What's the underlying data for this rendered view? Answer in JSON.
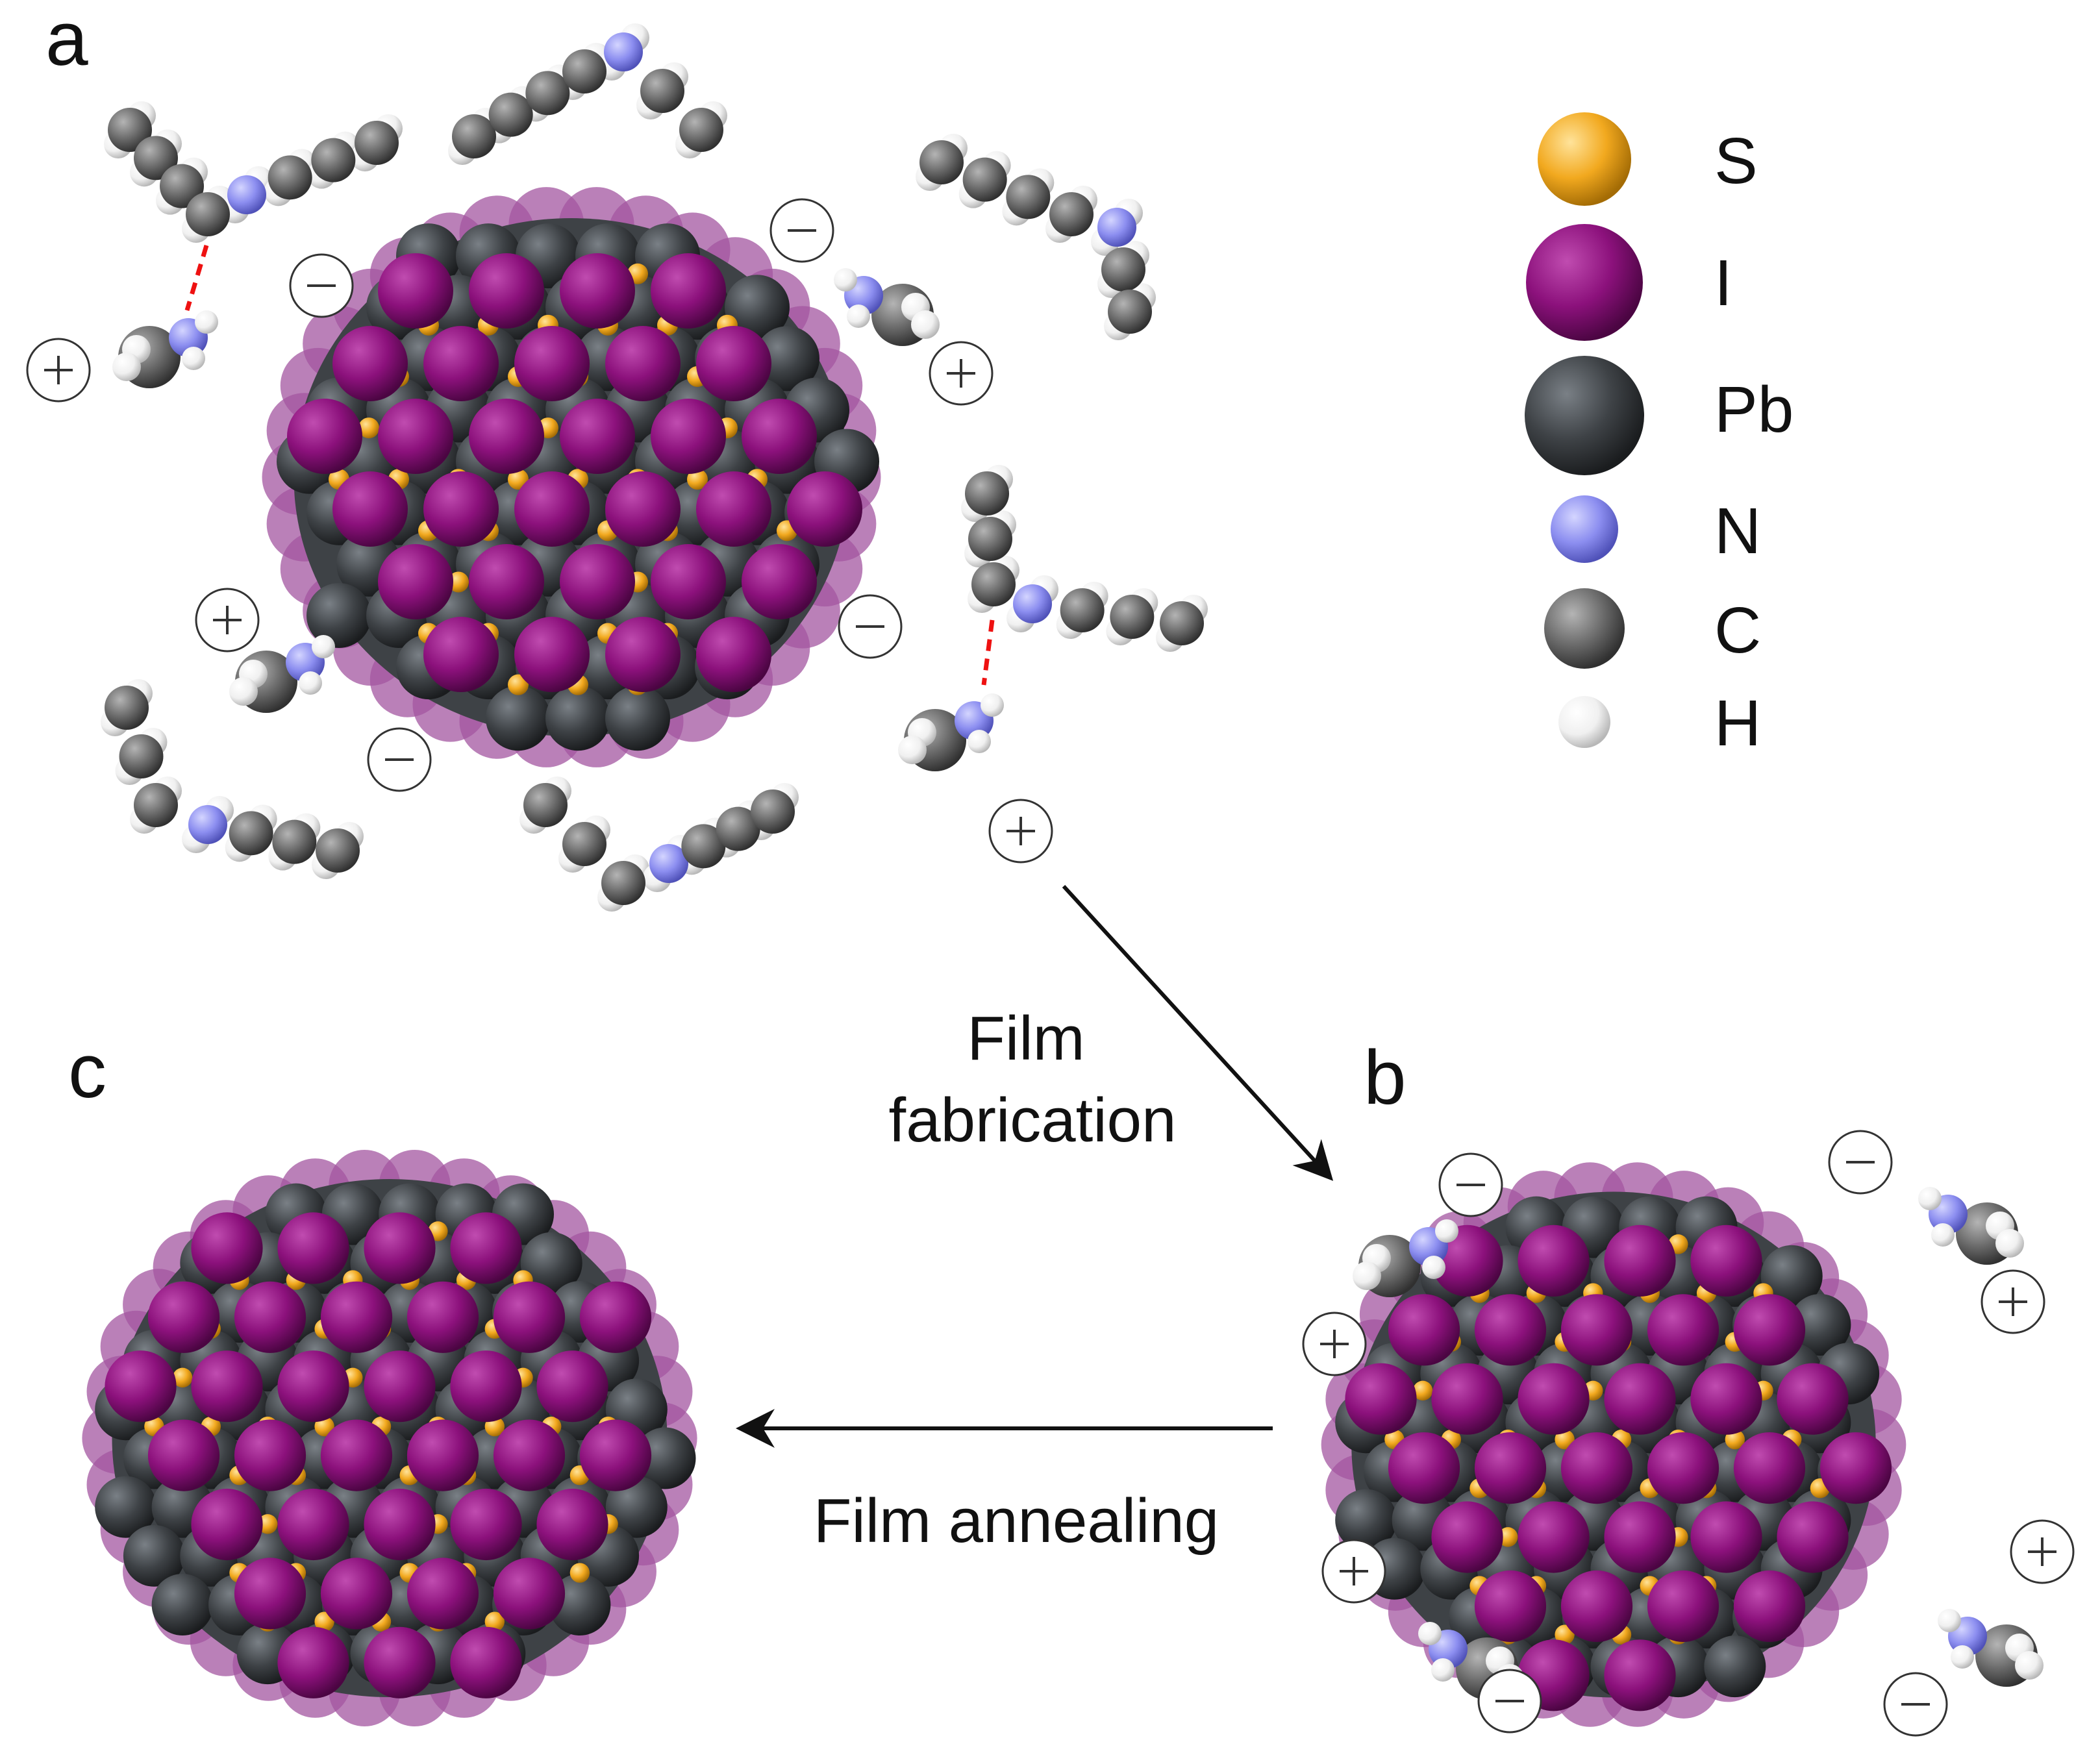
{
  "panels": {
    "a": "a",
    "b": "b",
    "c": "c"
  },
  "legend": [
    {
      "symbol": "S",
      "color": "#f2a91f",
      "dark": "#a46c05"
    },
    {
      "symbol": "I",
      "color": "#8c117c",
      "dark": "#4b0542"
    },
    {
      "symbol": "Pb",
      "color": "#3e4246",
      "dark": "#1a1c1e"
    },
    {
      "symbol": "N",
      "color": "#8c8ef0",
      "dark": "#4f51b8"
    },
    {
      "symbol": "C",
      "color": "#6b6b6b",
      "dark": "#303030"
    },
    {
      "symbol": "H",
      "color": "#f4f4f4",
      "dark": "#b7b7b7"
    }
  ],
  "steps": {
    "fabrication_line1": "Film",
    "fabrication_line2": "fabrication",
    "annealing": "Film annealing"
  },
  "colors": {
    "iodine": "#8c117c",
    "lead": "#3e4246",
    "sulfur": "#f2a91f",
    "nitrogen": "#8c8ef0",
    "carbon": "#6b6b6b",
    "hydrogen": "#f4f4f4",
    "hydrogen_bond": "#ee1111",
    "arrow": "#111111"
  }
}
